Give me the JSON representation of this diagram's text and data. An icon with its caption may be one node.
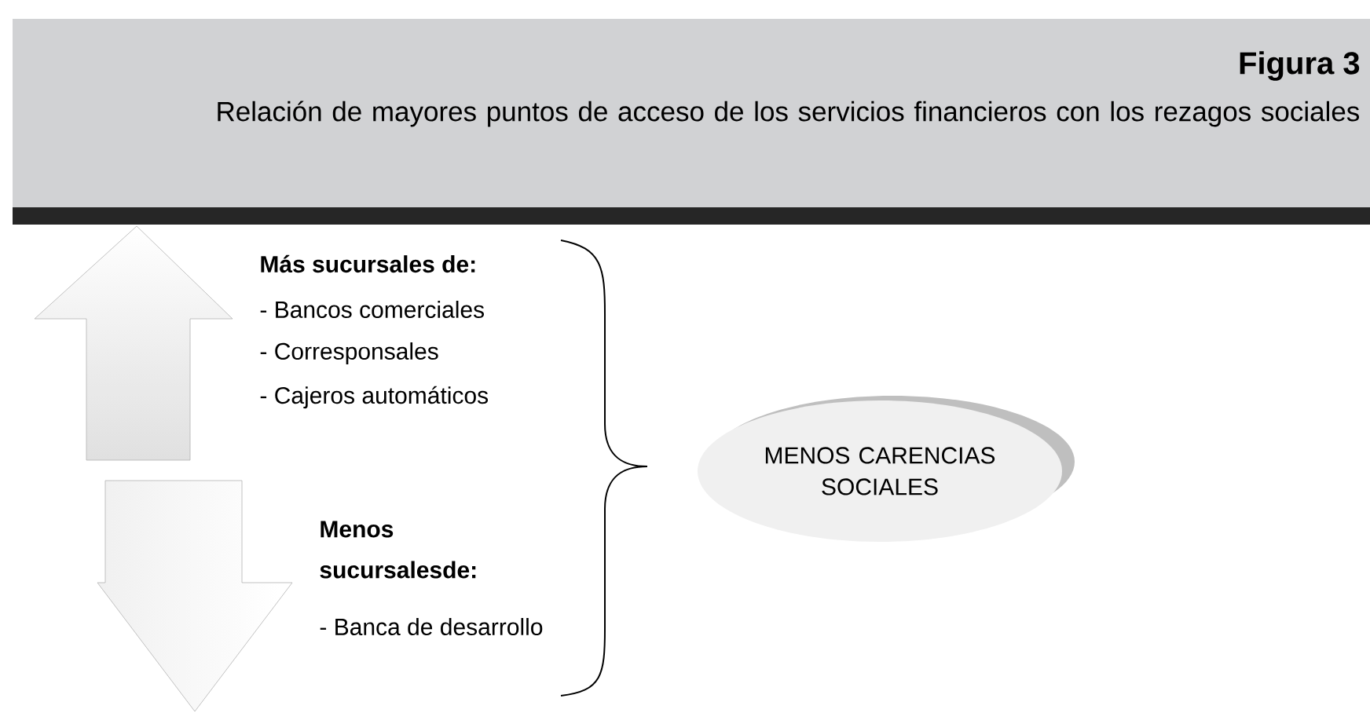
{
  "diagram": {
    "title": "Figura 3",
    "caption": "Relación de mayores puntos de acceso de los servicios financieros con los rezagos sociales",
    "nodes": [
      {
        "text": [
          "MENOS CARENCIAS SOCIALES"
        ]
      }
    ],
    "labels": [
      "Más sucursales de:",
      "- Bancos comerciales",
      "- Corresponsales",
      "- Cajeros automáticos",
      "Menos sucursalesde:",
      "- Banca de desarrollo"
    ]
  }
}
